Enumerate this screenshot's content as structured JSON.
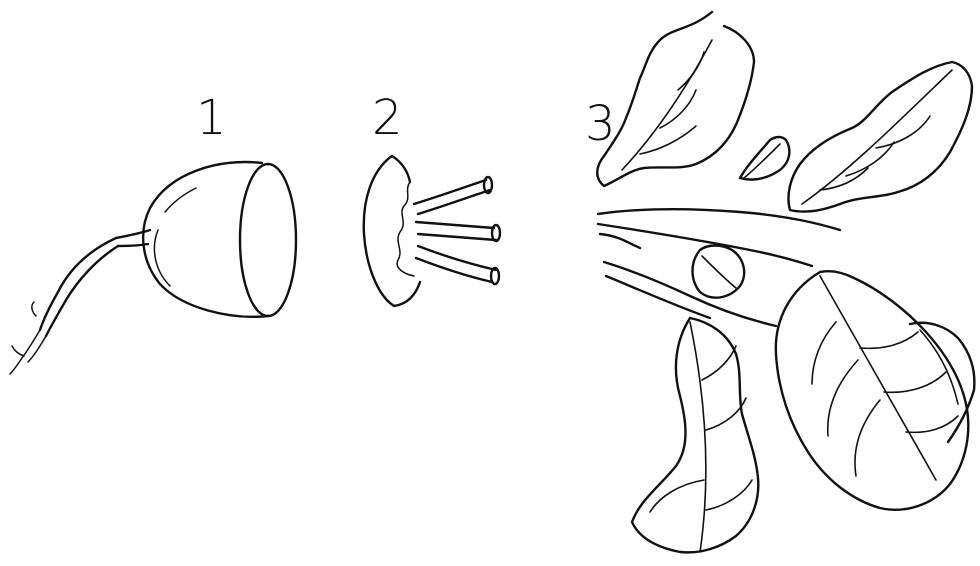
{
  "figure": {
    "labels": [
      "1",
      "2",
      "3"
    ],
    "parts": [
      {
        "label": "1",
        "icon": "turnip-root-bulb-icon"
      },
      {
        "label": "2",
        "icon": "turnip-top-slice-icon"
      },
      {
        "label": "3",
        "icon": "turnip-leaves-icon"
      }
    ]
  }
}
